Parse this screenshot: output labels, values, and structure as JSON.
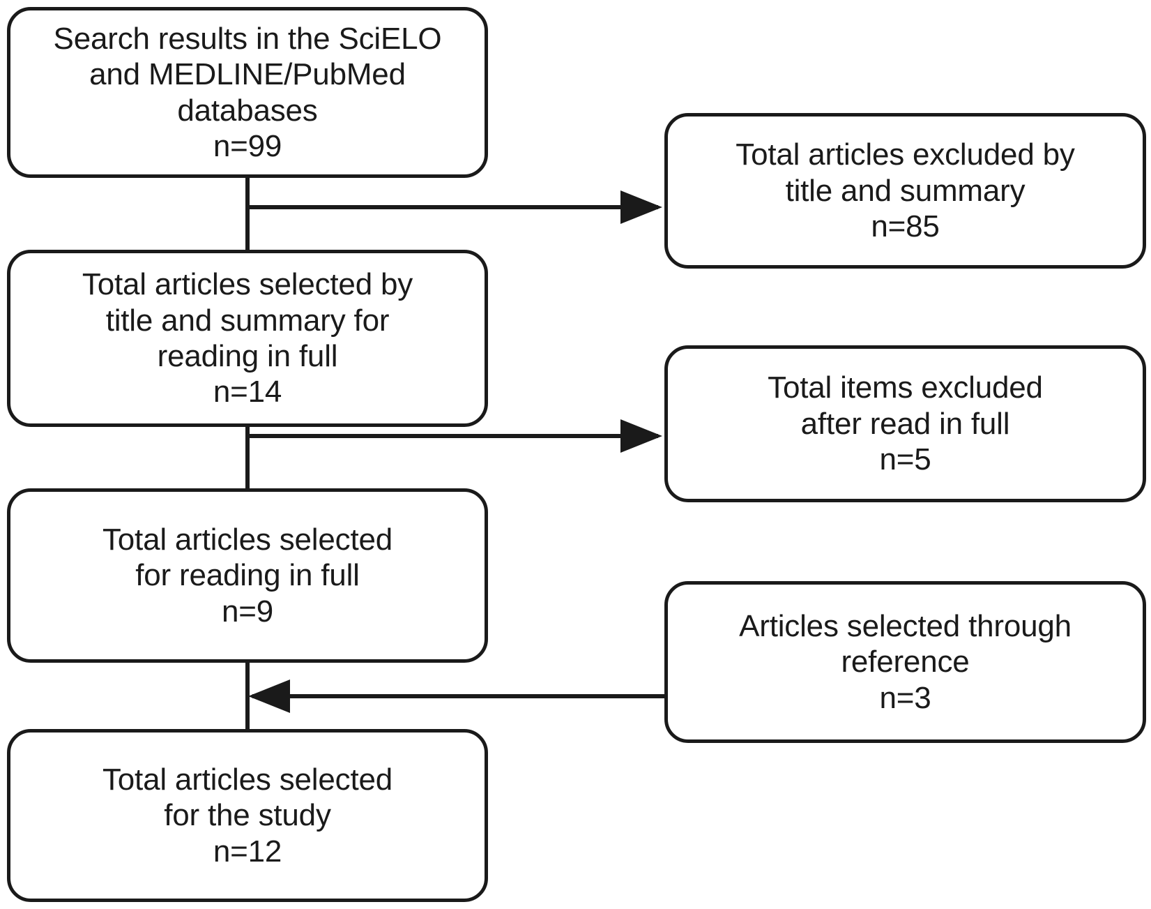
{
  "diagram": {
    "type": "flowchart",
    "title": "Study selection flow diagram",
    "line_color": "#1a1a1a",
    "background_color": "#ffffff",
    "nodes": [
      {
        "id": "search",
        "column": "left",
        "text": "Search results in the SciELO\nand MEDLINE/PubMed\ndatabases\nn=99",
        "count_label": "n=99",
        "count": 99
      },
      {
        "id": "selected-title-summary",
        "column": "left",
        "text": "Total articles selected by\ntitle and summary for\nreading in full\nn=14",
        "count_label": "n=14",
        "count": 14
      },
      {
        "id": "selected-reading-full",
        "column": "left",
        "text": "Total articles selected\nfor reading in full\nn=9",
        "count_label": "n=9",
        "count": 9
      },
      {
        "id": "selected-study",
        "column": "left",
        "text": "Total articles selected\nfor the study\nn=12",
        "count_label": "n=12",
        "count": 12
      },
      {
        "id": "excluded-title-summary",
        "column": "right",
        "text": "Total articles excluded by\ntitle and summary\nn=85",
        "count_label": "n=85",
        "count": 85
      },
      {
        "id": "excluded-after-full",
        "column": "right",
        "text": "Total items excluded\nafter read in full\nn=5",
        "count_label": "n=5",
        "count": 5
      },
      {
        "id": "selected-through-reference",
        "column": "right",
        "text": "Articles selected through\nreference\nn=3",
        "count_label": "n=3",
        "count": 3
      }
    ],
    "edges": [
      {
        "id": "e1",
        "from": "search",
        "to": "excluded-title-summary",
        "direction": "right",
        "arrow": true
      },
      {
        "id": "e2",
        "from": "search",
        "to": "selected-title-summary",
        "direction": "down",
        "arrow": false
      },
      {
        "id": "e3",
        "from": "selected-title-summary",
        "to": "excluded-after-full",
        "direction": "right",
        "arrow": true
      },
      {
        "id": "e4",
        "from": "selected-title-summary",
        "to": "selected-reading-full",
        "direction": "down",
        "arrow": false
      },
      {
        "id": "e5",
        "from": "selected-through-reference",
        "to": "selected-study",
        "direction": "left",
        "arrow": true
      },
      {
        "id": "e6",
        "from": "selected-reading-full",
        "to": "selected-study",
        "direction": "down",
        "arrow": false
      }
    ]
  }
}
